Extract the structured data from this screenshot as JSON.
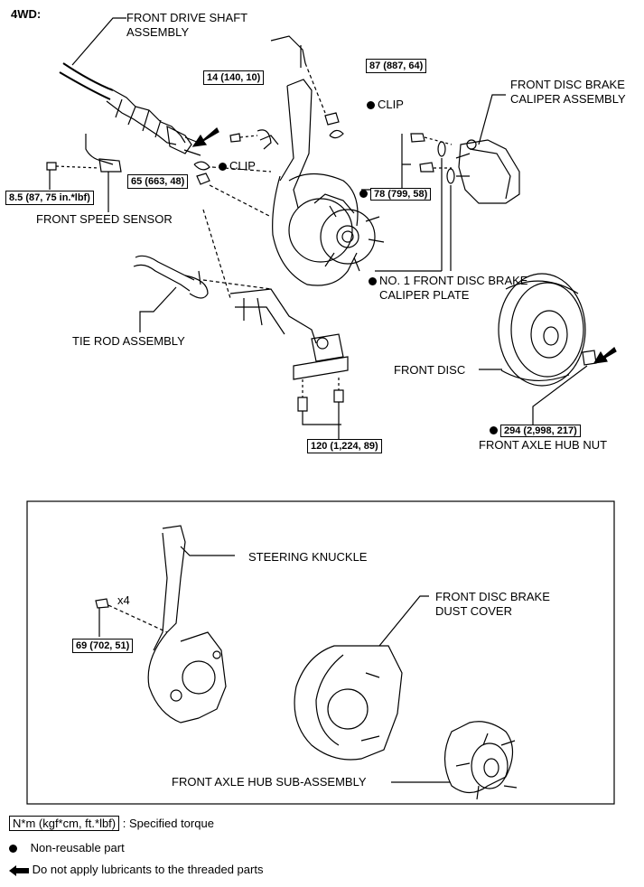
{
  "title": "4WD:",
  "labels": {
    "drive_shaft": "FRONT DRIVE SHAFT\nASSEMBLY",
    "drive_shaft_l1": "FRONT DRIVE SHAFT",
    "drive_shaft_l2": "ASSEMBLY",
    "clip_top": "CLIP",
    "clip_mid": "CLIP",
    "caliper_l1": "FRONT DISC BRAKE",
    "caliper_l2": "CALIPER ASSEMBLY",
    "speed_sensor": "FRONT SPEED SENSOR",
    "caliper_plate_l1": "NO. 1 FRONT DISC BRAKE",
    "caliper_plate_l2": "CALIPER PLATE",
    "tie_rod": "TIE ROD ASSEMBLY",
    "front_disc": "FRONT DISC",
    "hub_nut": "FRONT AXLE HUB NUT",
    "steering_knuckle": "STEERING KNUCKLE",
    "x4": "x4",
    "dust_cover_l1": "FRONT DISC BRAKE",
    "dust_cover_l2": "DUST COVER",
    "hub_sub": "FRONT AXLE HUB SUB-ASSEMBLY"
  },
  "torques": {
    "t14": "14 (140, 10)",
    "t87": "87 (887, 64)",
    "t65": "65 (663, 48)",
    "t78": "78 (799, 58)",
    "t85": "8.5 (87, 75 in.*lbf)",
    "t120": "120 (1,224, 89)",
    "t294": "294 (2,998, 217)",
    "t69": "69 (702, 51)"
  },
  "legend": {
    "torque_box": "N*m (kgf*cm, ft.*lbf)",
    "torque_text": ": Specified torque",
    "non_reusable": "Non-reusable part",
    "no_lube": "Do not apply lubricants to the threaded parts"
  }
}
